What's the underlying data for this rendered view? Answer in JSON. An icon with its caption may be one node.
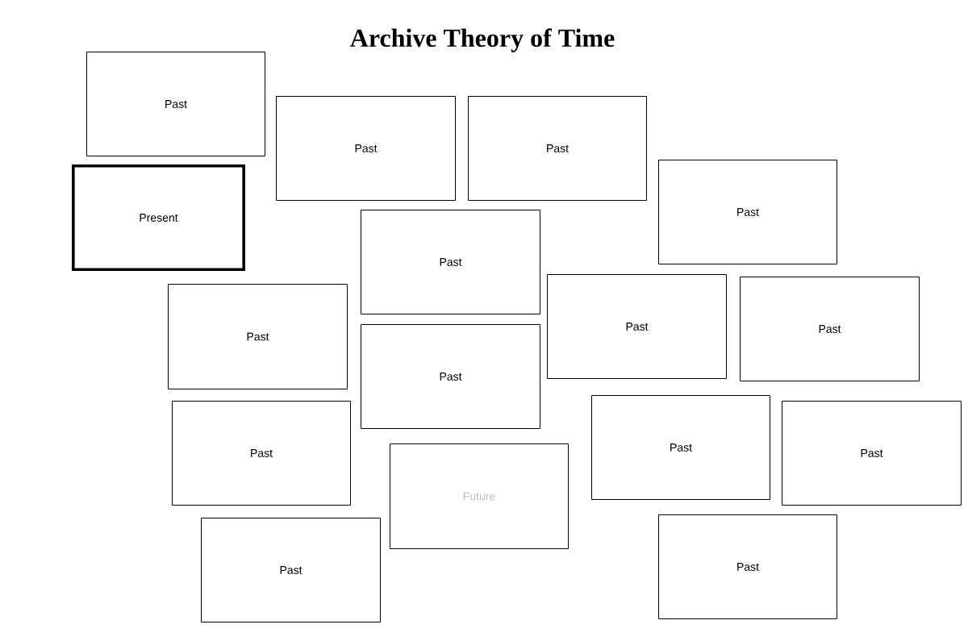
{
  "diagram": {
    "title": "Archive Theory of Time",
    "nodes": [
      {
        "text": [
          "Past"
        ]
      },
      {
        "text": [
          "Past"
        ]
      },
      {
        "text": [
          "Past"
        ]
      },
      {
        "text": [
          "Present"
        ]
      },
      {
        "text": [
          "Past"
        ]
      },
      {
        "text": [
          "Past"
        ]
      },
      {
        "text": [
          "Past"
        ]
      },
      {
        "text": [
          "Past"
        ]
      },
      {
        "text": [
          "Past"
        ]
      },
      {
        "text": [
          "Past"
        ]
      },
      {
        "text": [
          "Past"
        ]
      },
      {
        "text": [
          "Past"
        ]
      },
      {
        "text": [
          "Past"
        ]
      },
      {
        "text": [
          "Future"
        ]
      },
      {
        "text": [
          "Past"
        ]
      },
      {
        "text": [
          "Past"
        ]
      }
    ]
  }
}
